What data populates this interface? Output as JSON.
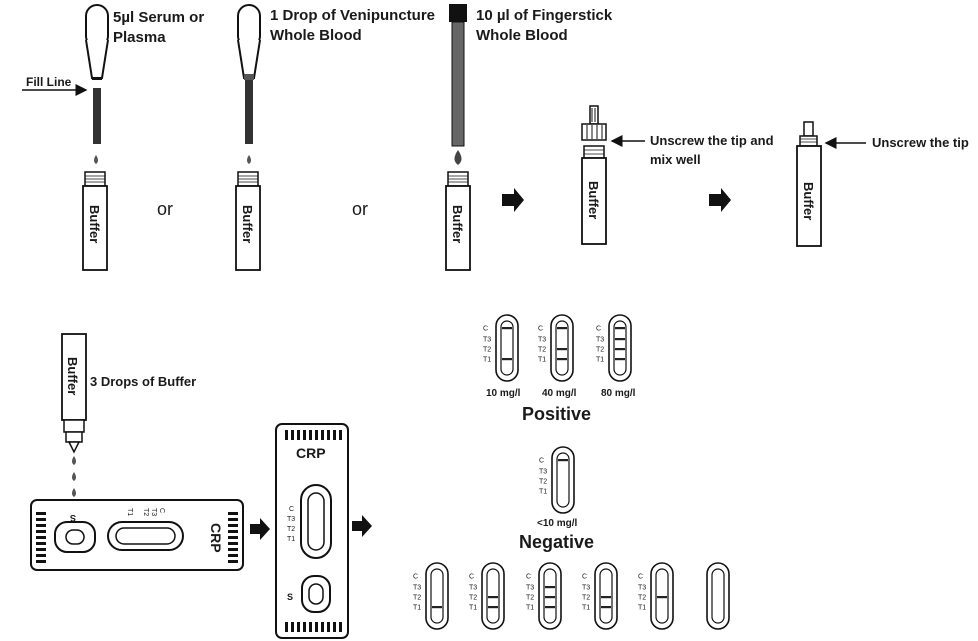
{
  "step1": {
    "serum_line1": "5µl Serum or",
    "serum_line2": "Plasma",
    "fill_line": "Fill Line",
    "venous_line1": "1 Drop of Venipuncture",
    "venous_line2": "Whole Blood",
    "finger_line1": "10 µl of Fingerstick",
    "finger_line2": "Whole Blood",
    "or": "or",
    "buffer": "Buffer"
  },
  "step2": {
    "unscrew_mix_line1": "Unscrew the tip and",
    "unscrew_mix_line2": "mix well",
    "unscrew_tip": "Unscrew the tip"
  },
  "step3": {
    "drops_label": "3 Drops of Buffer",
    "device_label": "CRP",
    "sample_mark": "S",
    "line_c": "C",
    "line_t3": "T3",
    "line_t2": "T2",
    "line_t1": "T1"
  },
  "results": {
    "positive_title": "Positive",
    "negative_title": "Negative",
    "pos_10": "10 mg/l",
    "pos_40": "40 mg/l",
    "pos_80": "80 mg/l",
    "neg_10": "<10 mg/l",
    "invalid_patterns": 6
  }
}
